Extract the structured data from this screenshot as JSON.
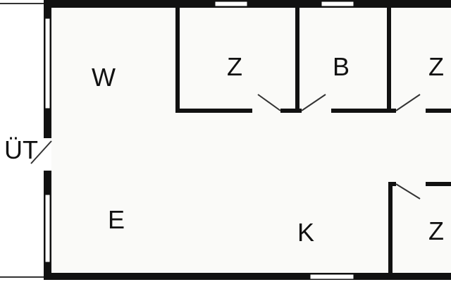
{
  "rooms": {
    "porch": "ÜT",
    "living": "W",
    "bed1": "Z",
    "bath": "B",
    "bed2": "Z",
    "entry": "E",
    "kitchen": "K",
    "bed3": "Z"
  },
  "colors": {
    "wall": "#111111",
    "floor": "#fafaf8",
    "outside": "#ffffff",
    "window": "#ffffff",
    "door_swing": "#333333"
  }
}
